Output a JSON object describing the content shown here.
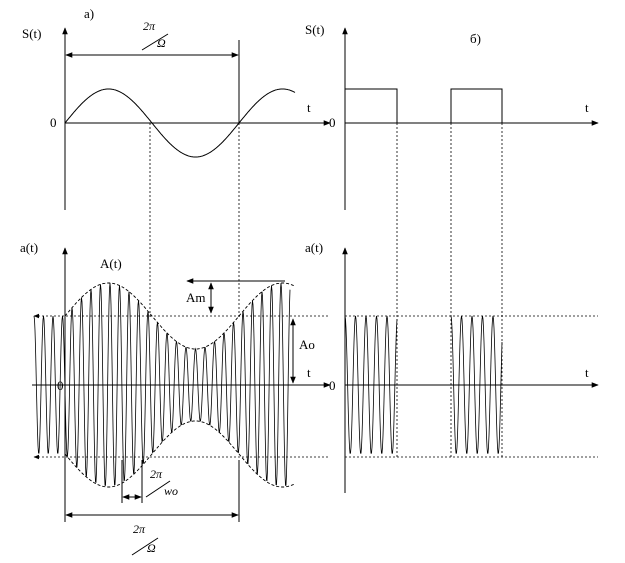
{
  "panel_a_label": "a)",
  "panel_b_label": "б)",
  "signal_axis_label": "S(t)",
  "modulated_axis_label": "a(t)",
  "time_label": "t",
  "zero_label": "0",
  "envelope_label": "A(t)",
  "mod_amplitude_label": "Am",
  "carrier_amplitude_label": "Ao",
  "mod_period": {
    "numerator": "2π",
    "denominator": "Ω"
  },
  "carrier_period": {
    "numerator": "2π",
    "denominator": "wo"
  }
}
